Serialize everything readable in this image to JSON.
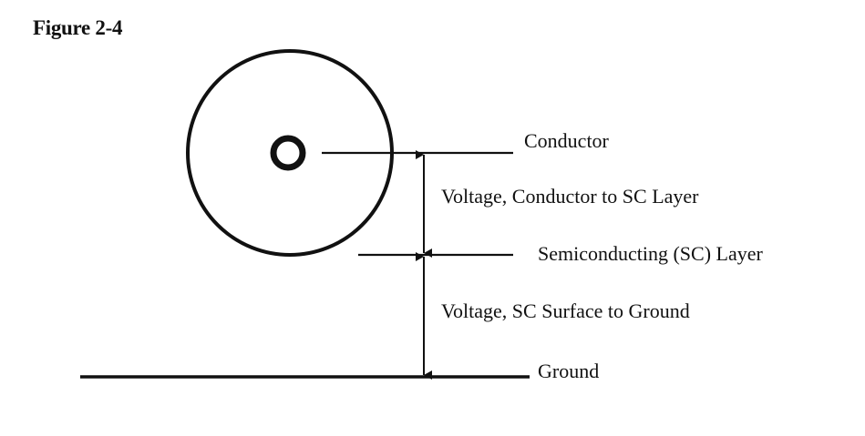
{
  "figure": {
    "title": "Figure 2-4"
  },
  "labels": {
    "conductor": "Conductor",
    "voltage_conductor_to_sc": "Voltage, Conductor to SC Layer",
    "semiconducting_layer": "Semiconducting (SC) Layer",
    "voltage_sc_to_ground": "Voltage, SC Surface to Ground",
    "ground": "Ground"
  },
  "colors": {
    "line": "#111111",
    "background": "#ffffff"
  }
}
